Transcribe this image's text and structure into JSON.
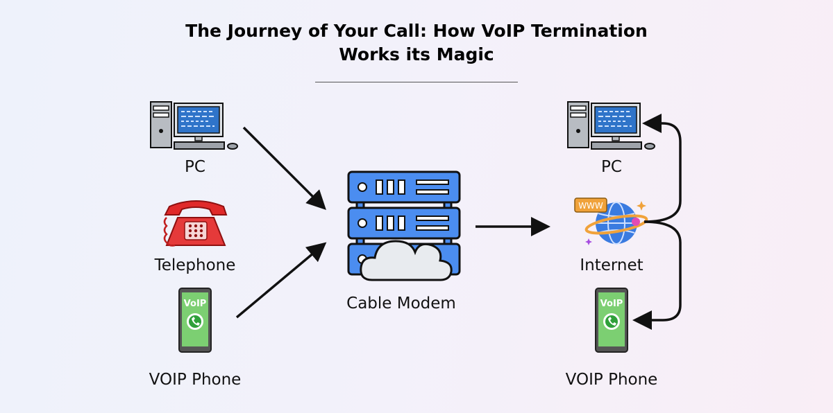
{
  "title": {
    "line1": "The Journey of Your Call: How VoIP Termination",
    "line2": "Works its Magic"
  },
  "left_nodes": {
    "pc": "PC",
    "telephone": "Telephone",
    "voip_phone": "VOIP Phone"
  },
  "center_node": {
    "cable_modem": "Cable Modem"
  },
  "right_nodes": {
    "pc": "PC",
    "internet": "Internet",
    "voip_phone": "VOIP Phone"
  },
  "badges": {
    "voip": "VoIP",
    "www": "WWW"
  },
  "colors": {
    "arrow": "#111111",
    "modem_blue": "#4b8df0",
    "phone_red": "#e02a2a",
    "voip_green": "#6fc46a",
    "globe_blue": "#3a7be0"
  }
}
